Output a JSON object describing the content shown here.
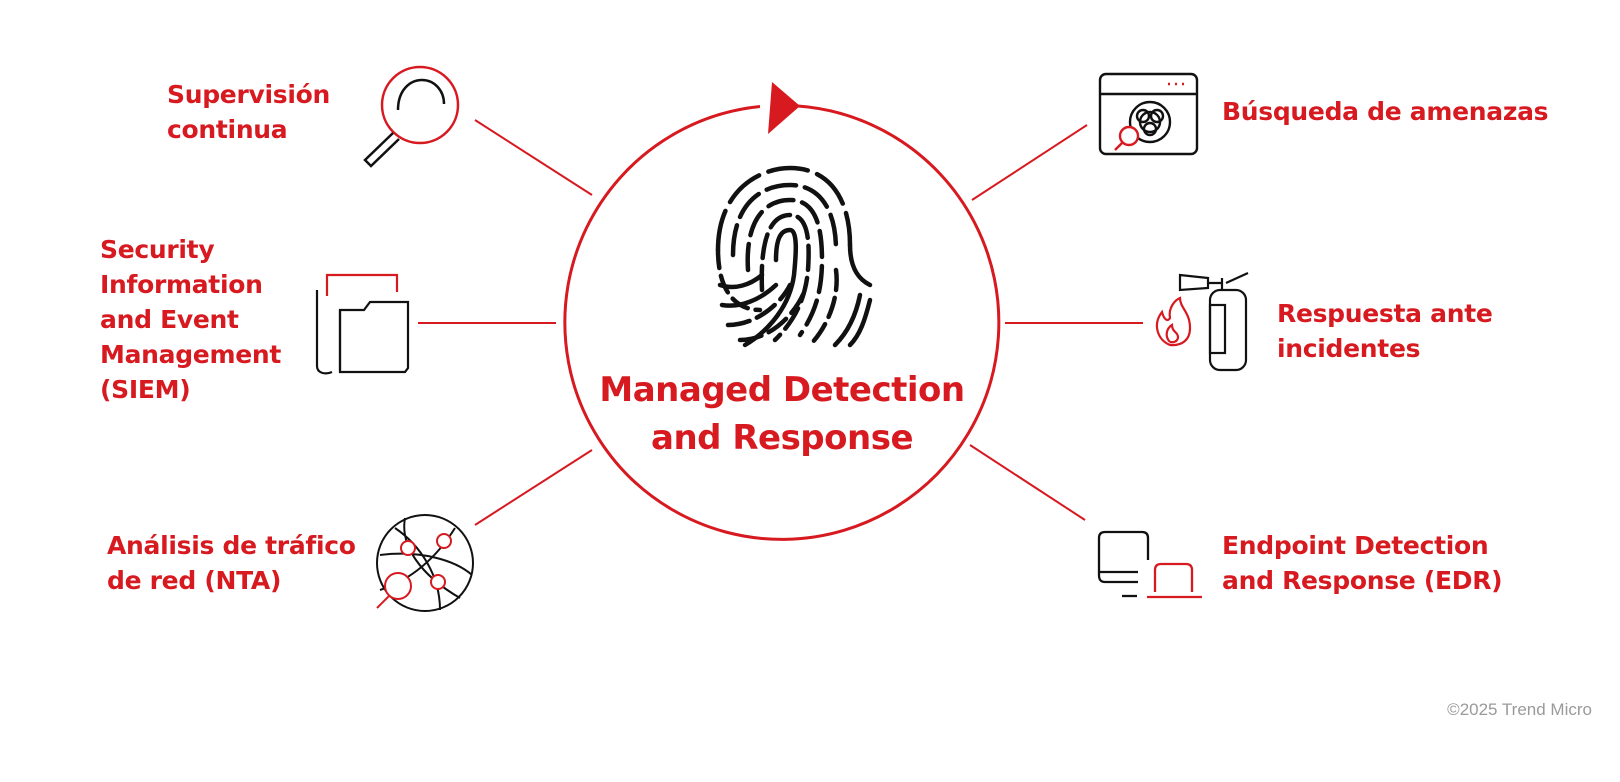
{
  "colors": {
    "accent": "#d71920",
    "ink": "#1a1a1a",
    "muted": "#9a9a9a"
  },
  "center": {
    "title_line1": "Managed Detection",
    "title_line2": "and Response",
    "icon": "fingerprint-icon"
  },
  "nodes": [
    {
      "lines": [
        "Supervisión",
        "continua"
      ],
      "icon": "magnifier-icon"
    },
    {
      "lines": [
        "Security",
        "Information",
        "and Event",
        "Management",
        "(SIEM)"
      ],
      "icon": "folder-icon"
    },
    {
      "lines": [
        "Análisis de tráfico",
        "de red (NTA)"
      ],
      "icon": "network-globe-icon"
    },
    {
      "lines": [
        "Búsqueda de amenazas"
      ],
      "icon": "biohazard-browser-icon"
    },
    {
      "lines": [
        "Respuesta ante",
        "incidentes"
      ],
      "icon": "fire-extinguisher-icon"
    },
    {
      "lines": [
        "Endpoint Detection",
        "and Response (EDR)"
      ],
      "icon": "devices-icon"
    }
  ],
  "footer": {
    "copyright": "©2025 Trend Micro"
  }
}
